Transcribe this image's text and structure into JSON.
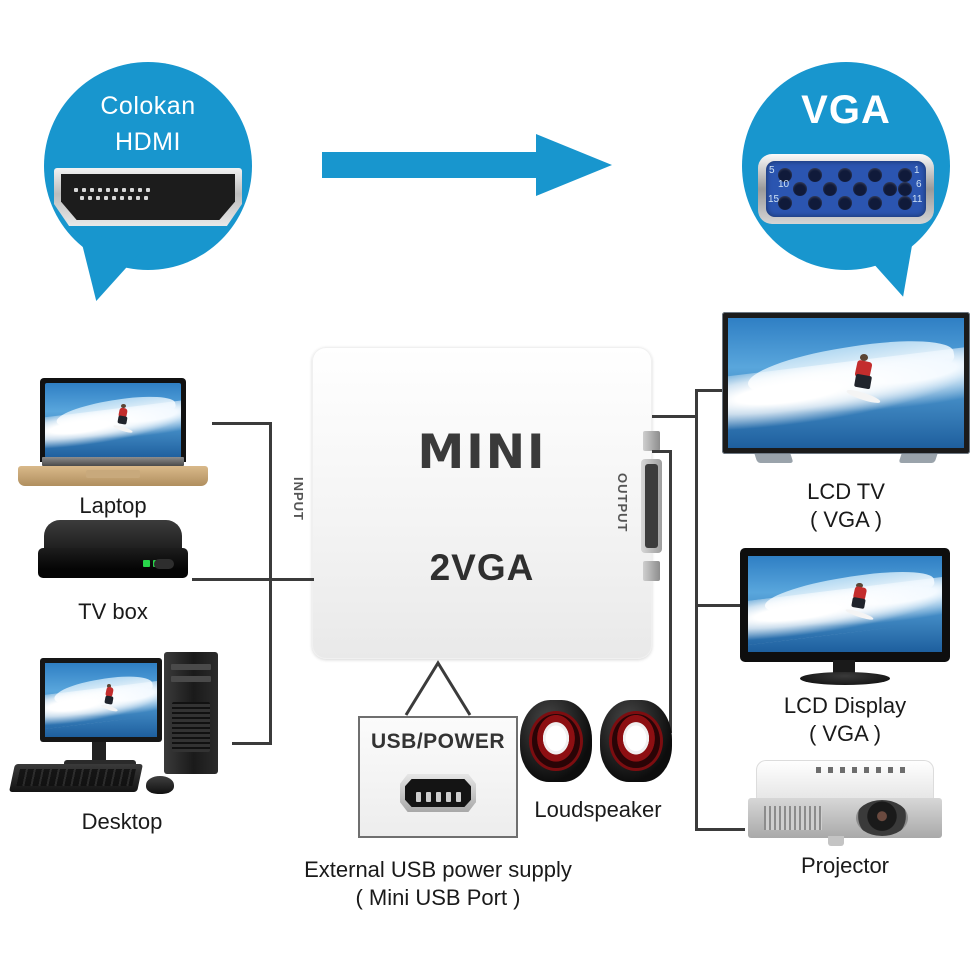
{
  "theme": {
    "accent": "#1896ce",
    "line": "#3b3b3b"
  },
  "callouts": {
    "hdmi": {
      "line1": "Colokan",
      "line2": "HDMI",
      "port_icon": "hdmi-port-icon"
    },
    "vga": {
      "label": "VGA",
      "port_icon": "vga-port-icon",
      "pin_numbers": [
        "5",
        "1",
        "10",
        "6",
        "15",
        "11"
      ]
    }
  },
  "arrow": {
    "icon": "right-arrow-icon",
    "direction": "right"
  },
  "converter": {
    "brand": "MINI",
    "model": "2VGA",
    "input_label": "INPUT",
    "output_label": "OUTPUT"
  },
  "sources": [
    {
      "name": "laptop",
      "label": "Laptop"
    },
    {
      "name": "tv-box",
      "label": "TV box"
    },
    {
      "name": "desktop",
      "label": "Desktop"
    }
  ],
  "outputs": [
    {
      "name": "lcd-tv",
      "label": "LCD TV",
      "sub": "( VGA )"
    },
    {
      "name": "lcd-display",
      "label": "LCD Display",
      "sub": "( VGA )"
    },
    {
      "name": "projector",
      "label": "Projector",
      "sub": ""
    }
  ],
  "audio": {
    "label": "Loudspeaker"
  },
  "power": {
    "panel_title": "USB/POWER",
    "caption_line1": "External USB power supply",
    "caption_line2": "( Mini USB Port )",
    "port_icon": "mini-usb-port-icon"
  }
}
